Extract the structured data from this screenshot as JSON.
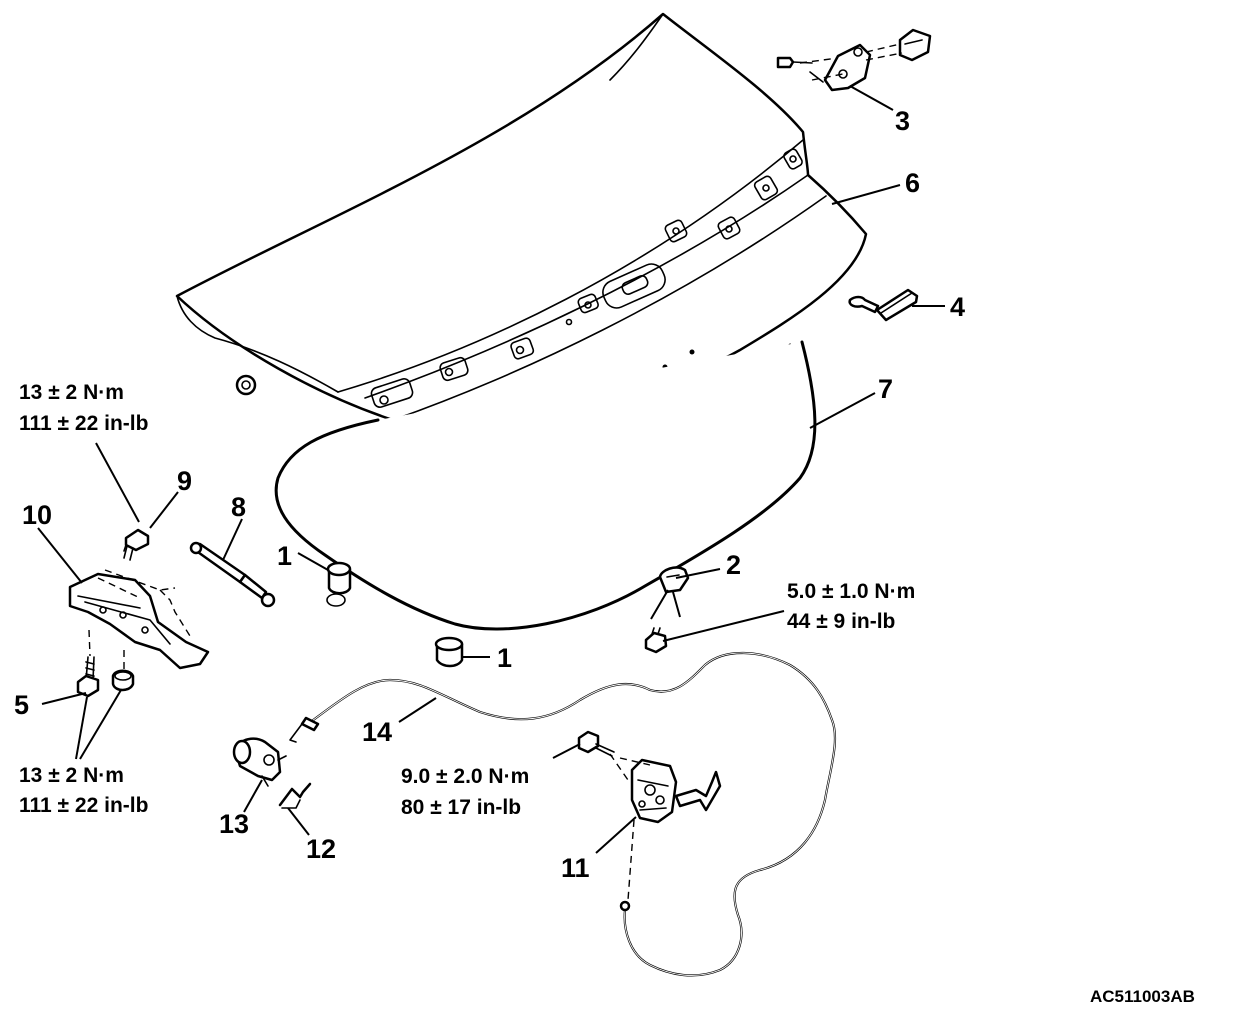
{
  "callouts": [
    {
      "id": "c1a",
      "label": "1"
    },
    {
      "id": "c1b",
      "label": "1"
    },
    {
      "id": "c2",
      "label": "2"
    },
    {
      "id": "c3",
      "label": "3"
    },
    {
      "id": "c4",
      "label": "4"
    },
    {
      "id": "c5",
      "label": "5"
    },
    {
      "id": "c6",
      "label": "6"
    },
    {
      "id": "c7",
      "label": "7"
    },
    {
      "id": "c8",
      "label": "8"
    },
    {
      "id": "c9",
      "label": "9"
    },
    {
      "id": "c10",
      "label": "10"
    },
    {
      "id": "c11",
      "label": "11"
    },
    {
      "id": "c12",
      "label": "12"
    },
    {
      "id": "c13",
      "label": "13"
    },
    {
      "id": "c14",
      "label": "14"
    }
  ],
  "torque_specs": [
    {
      "id": "t9",
      "metric": "13 ± 2 N·m",
      "imperial": "111 ± 22 in-lb"
    },
    {
      "id": "t5",
      "metric": "13 ± 2 N·m",
      "imperial": "111 ± 22 in-lb"
    },
    {
      "id": "t2",
      "metric": "5.0 ± 1.0 N·m",
      "imperial": "44 ± 9 in-lb"
    },
    {
      "id": "t11",
      "metric": "9.0 ± 2.0 N·m",
      "imperial": "80 ± 17 in-lb"
    }
  ],
  "figure_code": "AC511003AB"
}
